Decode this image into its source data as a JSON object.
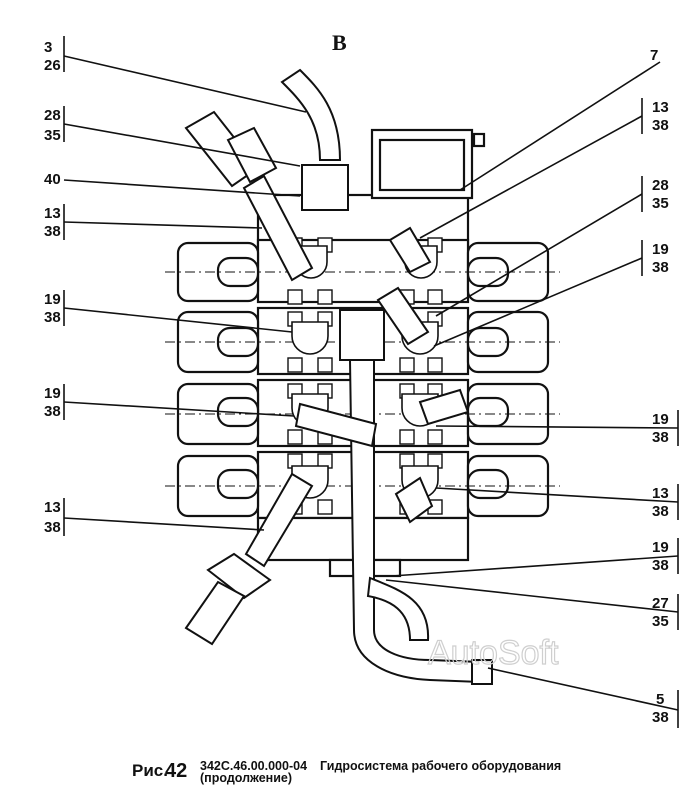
{
  "view_letter": "В",
  "callouts_left": [
    {
      "top": "3",
      "bottom": "26"
    },
    {
      "top": "28",
      "bottom": "35"
    },
    {
      "top": "40",
      "bottom": ""
    },
    {
      "top": "13",
      "bottom": "38"
    },
    {
      "top": "19",
      "bottom": "38"
    },
    {
      "top": "19",
      "bottom": "38"
    },
    {
      "top": "13",
      "bottom": "38"
    }
  ],
  "callouts_right": [
    {
      "top": "7",
      "bottom": ""
    },
    {
      "top": "13",
      "bottom": "38"
    },
    {
      "top": "28",
      "bottom": "35"
    },
    {
      "top": "19",
      "bottom": "38"
    },
    {
      "top": "19",
      "bottom": "38"
    },
    {
      "top": "13",
      "bottom": "38"
    },
    {
      "top": "19",
      "bottom": "38"
    },
    {
      "top": "27",
      "bottom": "35"
    },
    {
      "top": "5",
      "bottom": "38"
    }
  ],
  "caption": {
    "figure_label": "Рис.",
    "figure_number": "42",
    "code": "342С.46.00.000-04",
    "title": "Гидросистема рабочего оборудования",
    "subtitle": "(продолжение)"
  },
  "watermark": "AutoSoft"
}
